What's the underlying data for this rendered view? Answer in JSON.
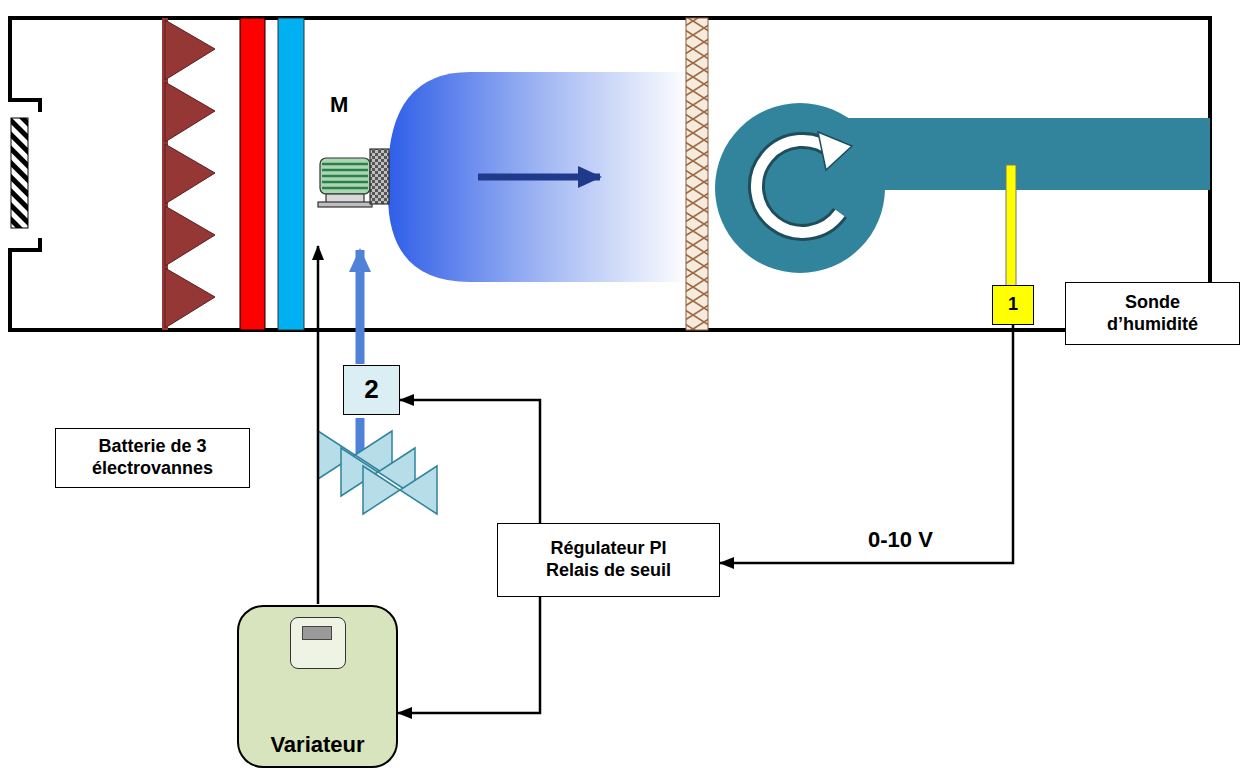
{
  "diagram": {
    "nodes": [
      {
        "text": [
          "1"
        ]
      },
      {
        "text": [
          "Sonde d’humidité"
        ]
      },
      {
        "text": [
          "2"
        ]
      },
      {
        "text": [
          "Batterie de 3 électrovannes"
        ]
      },
      {
        "text": [
          "Régulateur PI Relais de seuil"
        ]
      },
      {
        "text": [
          "Variateur"
        ]
      }
    ],
    "edges": [
      {
        "from": 0,
        "to": 4,
        "arrow": "to"
      },
      {
        "from": 4,
        "to": 2,
        "arrow": "to"
      },
      {
        "from": 4,
        "to": 5,
        "arrow": "to"
      }
    ],
    "labels": [
      "M",
      "0-10 V"
    ]
  }
}
